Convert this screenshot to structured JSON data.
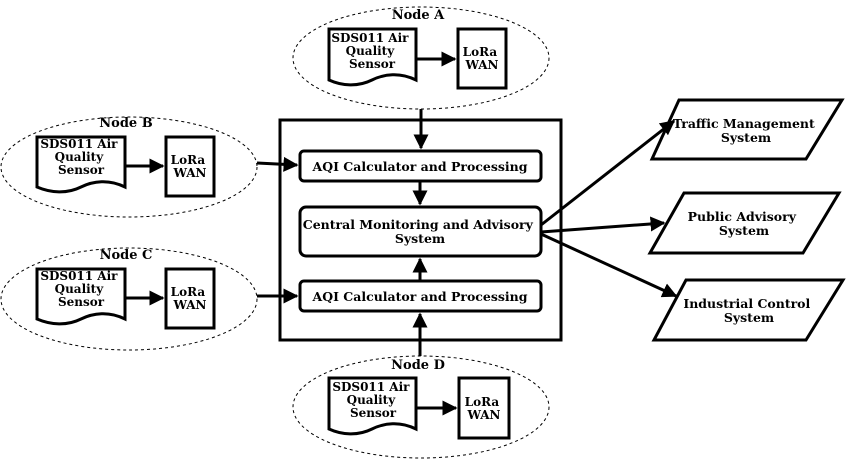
{
  "nodes": [
    {
      "title": "Node A",
      "sensor_lines": [
        "SDS011 Air",
        "Quality",
        "Sensor"
      ],
      "comm_lines": [
        "LoRa",
        "WAN"
      ]
    },
    {
      "title": "Node B",
      "sensor_lines": [
        "SDS011 Air",
        "Quality",
        "Sensor"
      ],
      "comm_lines": [
        "LoRa",
        "WAN"
      ]
    },
    {
      "title": "Node C",
      "sensor_lines": [
        "SDS011 Air",
        "Quality",
        "Sensor"
      ],
      "comm_lines": [
        "LoRa",
        "WAN"
      ]
    },
    {
      "title": "Node D",
      "sensor_lines": [
        "SDS011 Air",
        "Quality",
        "Sensor"
      ],
      "comm_lines": [
        "LoRa",
        "WAN"
      ]
    }
  ],
  "processing": {
    "top_calc": "AQI Calculator and Processing",
    "central_lines": [
      "Central Monitoring and Advisory",
      "System"
    ],
    "bottom_calc": "AQI Calculator and Processing"
  },
  "outputs": [
    {
      "lines": [
        "Traffic Management",
        "System"
      ]
    },
    {
      "lines": [
        "Public Advisory",
        "System"
      ]
    },
    {
      "lines": [
        "Industrial Control",
        "System"
      ]
    }
  ]
}
